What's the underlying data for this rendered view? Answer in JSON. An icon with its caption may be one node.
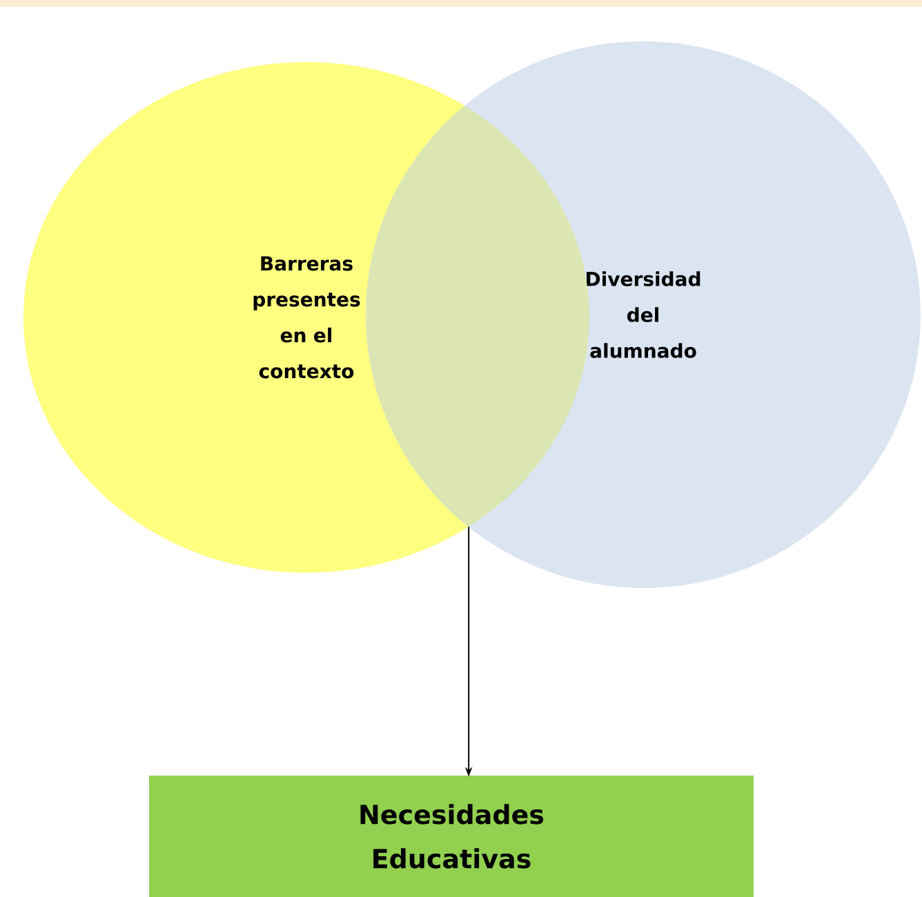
{
  "diagram": {
    "nodes": [
      {
        "text": [
          "Barreras presentes en el contexto"
        ]
      },
      {
        "text": [
          "Diversidad del alumnado"
        ]
      },
      {
        "text": [],
        "shape": "lens"
      },
      {
        "text": [
          "Necesidades Educativas"
        ]
      }
    ],
    "edges": [
      {
        "from": 2,
        "to": 3,
        "arrow": "to"
      }
    ]
  }
}
